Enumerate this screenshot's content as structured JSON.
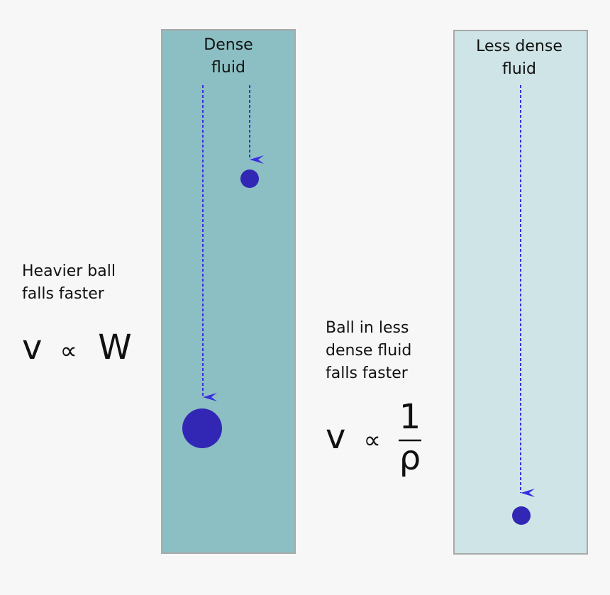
{
  "columns": {
    "dense": {
      "label_line1": "Dense",
      "label_line2": "fluid",
      "fill": "#8cbfc3"
    },
    "less_dense": {
      "label_line1": "Less dense",
      "label_line2": "fluid",
      "fill": "#cee4e6"
    }
  },
  "left_note": {
    "line1": "Heavier ball",
    "line2": "falls faster",
    "formula_var": "v",
    "formula_sym": "∝",
    "formula_rhs": "W"
  },
  "middle_note": {
    "line1": "Ball in less",
    "line2": "dense fluid",
    "line3": "falls faster",
    "formula_var": "v",
    "formula_sym": "∝",
    "numerator": "1",
    "denominator": "ρ"
  },
  "colors": {
    "ball": "#3227b5",
    "arrow": "#3a2fe0",
    "border": "#a8a8a8",
    "background": "#f7f7f7"
  }
}
